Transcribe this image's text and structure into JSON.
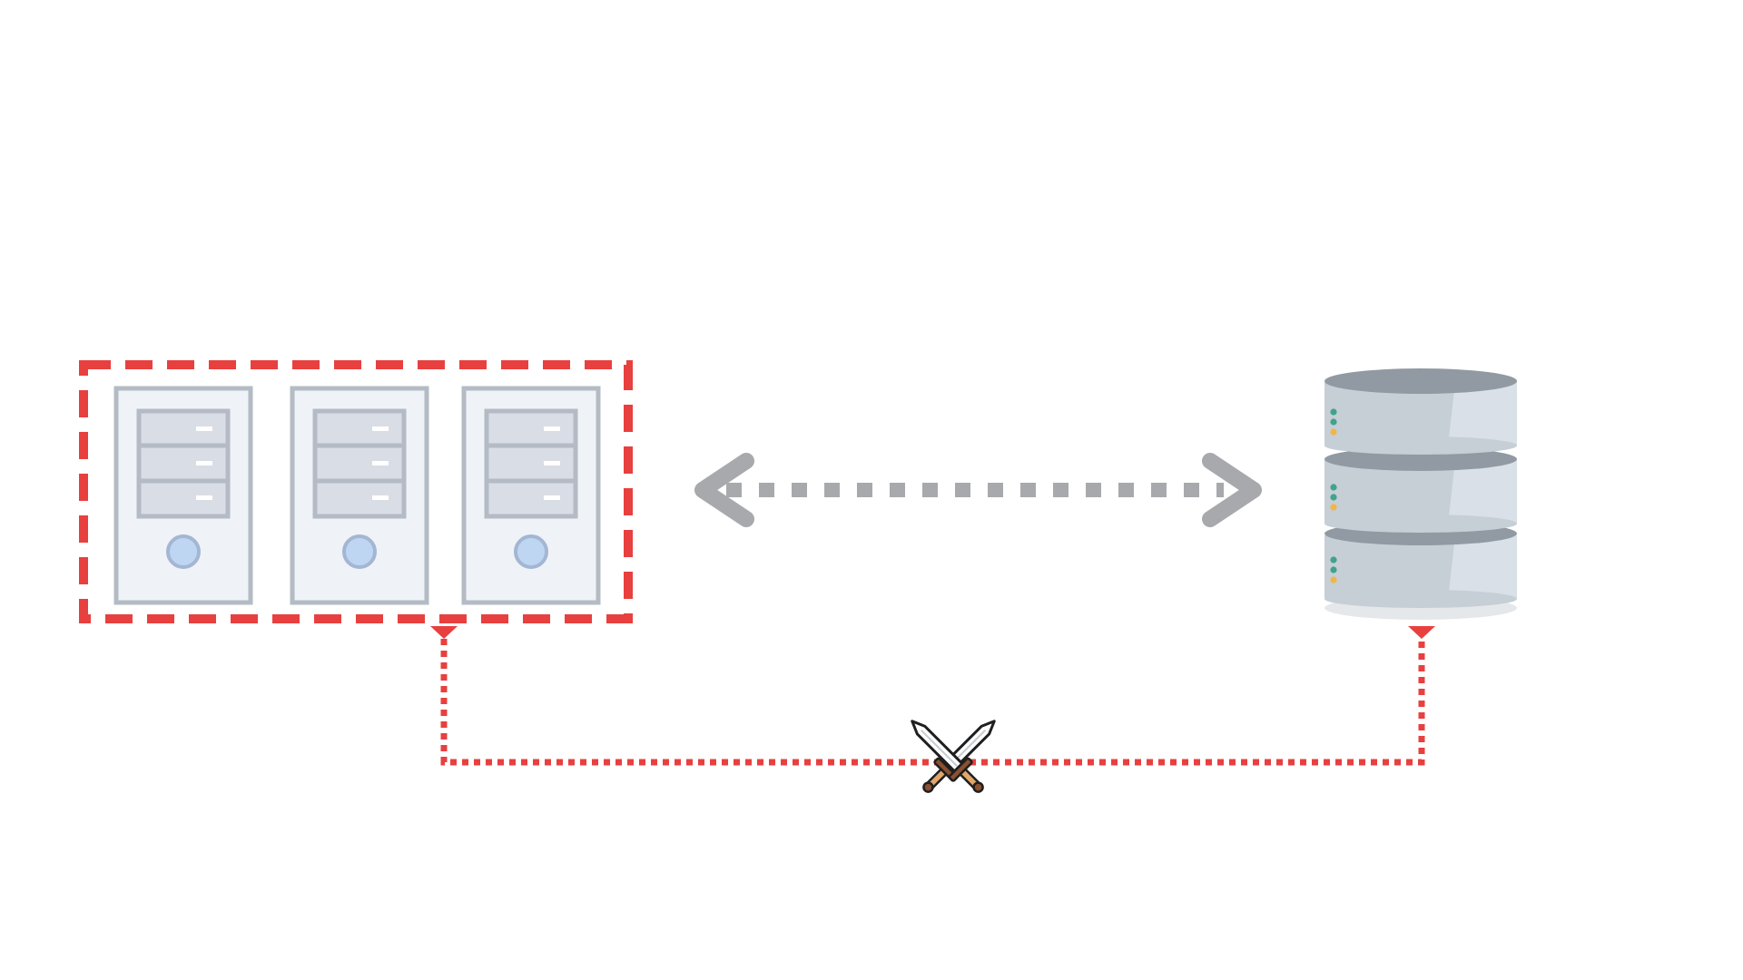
{
  "diagram": {
    "nodes": [
      {
        "id": "server-group",
        "kind": "group",
        "icon": "server-cluster-icon",
        "members": [
          "server-1",
          "server-2",
          "server-3"
        ],
        "border": "dashed"
      },
      {
        "id": "server-1",
        "kind": "server",
        "icon": "server-tower-icon"
      },
      {
        "id": "server-2",
        "kind": "server",
        "icon": "server-tower-icon"
      },
      {
        "id": "server-3",
        "kind": "server",
        "icon": "server-tower-icon"
      },
      {
        "id": "database",
        "kind": "database",
        "icon": "database-cylinder-icon"
      }
    ],
    "edges": [
      {
        "from": "server-group",
        "to": "database",
        "style": "dotted",
        "direction": "bidirectional",
        "color": "#a7a9ac"
      },
      {
        "from": "server-group",
        "to": "database",
        "style": "dotted",
        "direction": "none",
        "color": "#e8403f",
        "marker": "crossed-swords-icon"
      }
    ]
  },
  "colors": {
    "conflict": "#e8403f",
    "connector": "#a7a9ac",
    "server_fill": "#eff3f7",
    "server_stroke": "#b4bbc4",
    "drive_fill": "#d9dde6",
    "button_fill": "#bfd6f2",
    "button_stroke": "#a3b6d3",
    "db_top": "#919aa3",
    "db_body": "#c6ced6",
    "db_highlight": "#d9e0e7",
    "led_green": "#3fa489",
    "led_amber": "#f2b646",
    "sword_blade": "#ffffff",
    "sword_outline": "#1f1f1f",
    "sword_grip": "#e0a66a",
    "sword_guard": "#8c4f2f"
  }
}
